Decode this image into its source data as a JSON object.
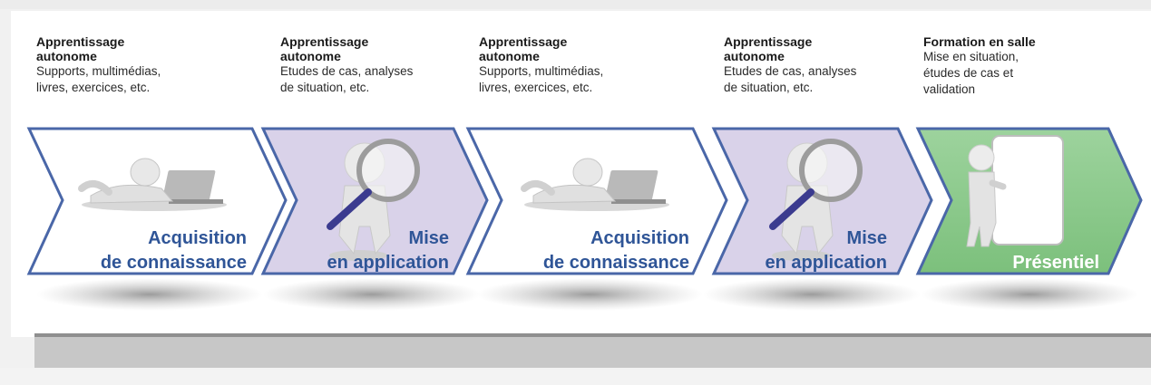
{
  "stages": [
    {
      "title": "Apprentissage\nautonome",
      "description": "Supports, multimédias,\nlivres, exercices, etc.",
      "label_line1": "Acquisition",
      "label_line2": "de connaissance",
      "fill": "#ffffff",
      "illustration": "figure-lying-laptop-icon"
    },
    {
      "title": "Apprentissage\nautonome",
      "description": "Etudes de cas, analyses\nde situation, etc.",
      "label_line1": "Mise",
      "label_line2": "en application",
      "fill": "#d9d2e9",
      "illustration": "magnifying-glass-figure-icon"
    },
    {
      "title": "Apprentissage\nautonome",
      "description": "Supports, multimédias,\nlivres, exercices, etc.",
      "label_line1": "Acquisition",
      "label_line2": "de connaissance",
      "fill": "#ffffff",
      "illustration": "figure-lying-laptop-icon"
    },
    {
      "title": "Apprentissage\nautonome",
      "description": "Etudes de cas, analyses\nde situation, etc.",
      "label_line1": "Mise",
      "label_line2": "en application",
      "fill": "#d9d2e9",
      "illustration": "magnifying-glass-figure-icon"
    },
    {
      "title": "Formation en salle",
      "description": "Mise en situation,\nétudes de cas et\nvalidation",
      "label_line1": "",
      "label_line2": "Présentiel",
      "fill": "#8fc98f",
      "illustration": "figure-with-board-icon"
    }
  ],
  "colors": {
    "outline": "#4a67a8",
    "label": "#2f5597",
    "shadow": "#9a9a9a"
  }
}
